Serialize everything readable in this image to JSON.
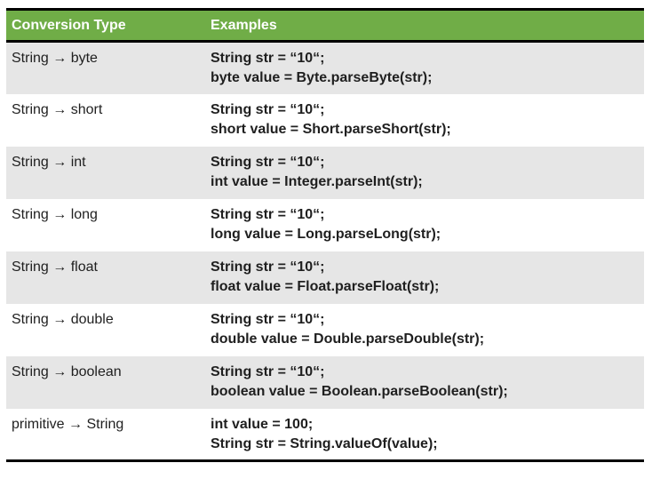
{
  "colors": {
    "header_bg": "#70ad47",
    "header_text": "#ffffff",
    "band_bg": "#e6e6e6",
    "row_bg": "#ffffff",
    "border": "#000000",
    "text": "#1f1f1f"
  },
  "table": {
    "headers": [
      {
        "label": "Conversion Type"
      },
      {
        "label": "Examples"
      }
    ],
    "rows": [
      {
        "type": "String → byte",
        "code": [
          "String str = “10“;",
          "byte value = Byte.parseByte(str);"
        ]
      },
      {
        "type": "String → short",
        "code": [
          "String str = “10“;",
          "short value = Short.parseShort(str);"
        ]
      },
      {
        "type": "String → int",
        "code": [
          "String str = “10“;",
          "int value = Integer.parseInt(str);"
        ]
      },
      {
        "type": "String → long",
        "code": [
          "String str = “10“;",
          "long value = Long.parseLong(str);"
        ]
      },
      {
        "type": "String → float",
        "code": [
          "String str = “10“;",
          "float value = Float.parseFloat(str);"
        ]
      },
      {
        "type": "String → double",
        "code": [
          "String str = “10“;",
          "double value = Double.parseDouble(str);"
        ]
      },
      {
        "type": "String → boolean",
        "code": [
          "String str = “10“;",
          "boolean value = Boolean.parseBoolean(str);"
        ]
      },
      {
        "type": "primitive → String",
        "code": [
          "int value = 100;",
          "String str = String.valueOf(value);"
        ]
      }
    ]
  }
}
